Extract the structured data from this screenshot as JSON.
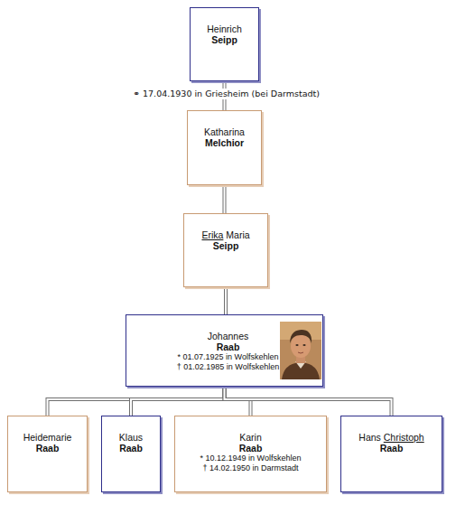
{
  "diagram": {
    "nodes": [
      {
        "text": [
          "Heinrich",
          "Seipp"
        ]
      },
      {
        "text": [
          "Katharina",
          "Melchior"
        ]
      },
      {
        "text": [
          "Erika Maria",
          "Seipp"
        ]
      },
      {
        "text": [
          "Johannes",
          "Raab",
          "* 01.07.1925 in Wolfskehlen",
          "† 01.02.1985 in Wolfskehlen"
        ]
      },
      {
        "text": [
          "Heidemarie",
          "Raab"
        ]
      },
      {
        "text": [
          "Klaus",
          "Raab"
        ]
      },
      {
        "text": [
          "Karin",
          "Raab",
          "* 10.12.1949 in Wolfskehlen",
          "† 14.02.1950 in Darmstadt"
        ]
      },
      {
        "text": [
          "Hans Christoph",
          "Raab"
        ]
      }
    ],
    "edges": [
      {
        "from": 0,
        "to": 1,
        "arrow": "none",
        "label": "⚭ 17.04.1930 in Griesheim (bei Darmstadt)"
      },
      {
        "from": 1,
        "to": 2,
        "arrow": "none"
      },
      {
        "from": 2,
        "to": 3,
        "arrow": "none"
      },
      {
        "from": 3,
        "to": 4,
        "arrow": "none"
      },
      {
        "from": 3,
        "to": 5,
        "arrow": "none"
      },
      {
        "from": 3,
        "to": 6,
        "arrow": "none"
      },
      {
        "from": 3,
        "to": 7,
        "arrow": "none"
      }
    ]
  }
}
